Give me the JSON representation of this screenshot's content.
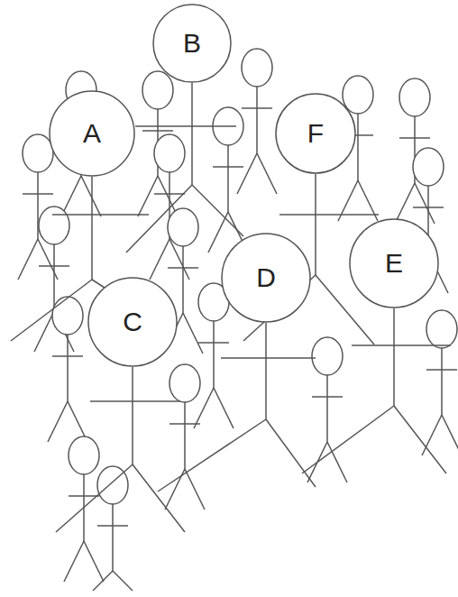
{
  "diagram": {
    "nodes": [
      {
        "text": [
          "B"
        ]
      },
      {
        "text": [
          "A"
        ]
      },
      {
        "text": [
          "F"
        ]
      },
      {
        "text": [
          "E"
        ]
      },
      {
        "text": [
          "D"
        ]
      },
      {
        "text": [
          "C"
        ]
      }
    ]
  }
}
